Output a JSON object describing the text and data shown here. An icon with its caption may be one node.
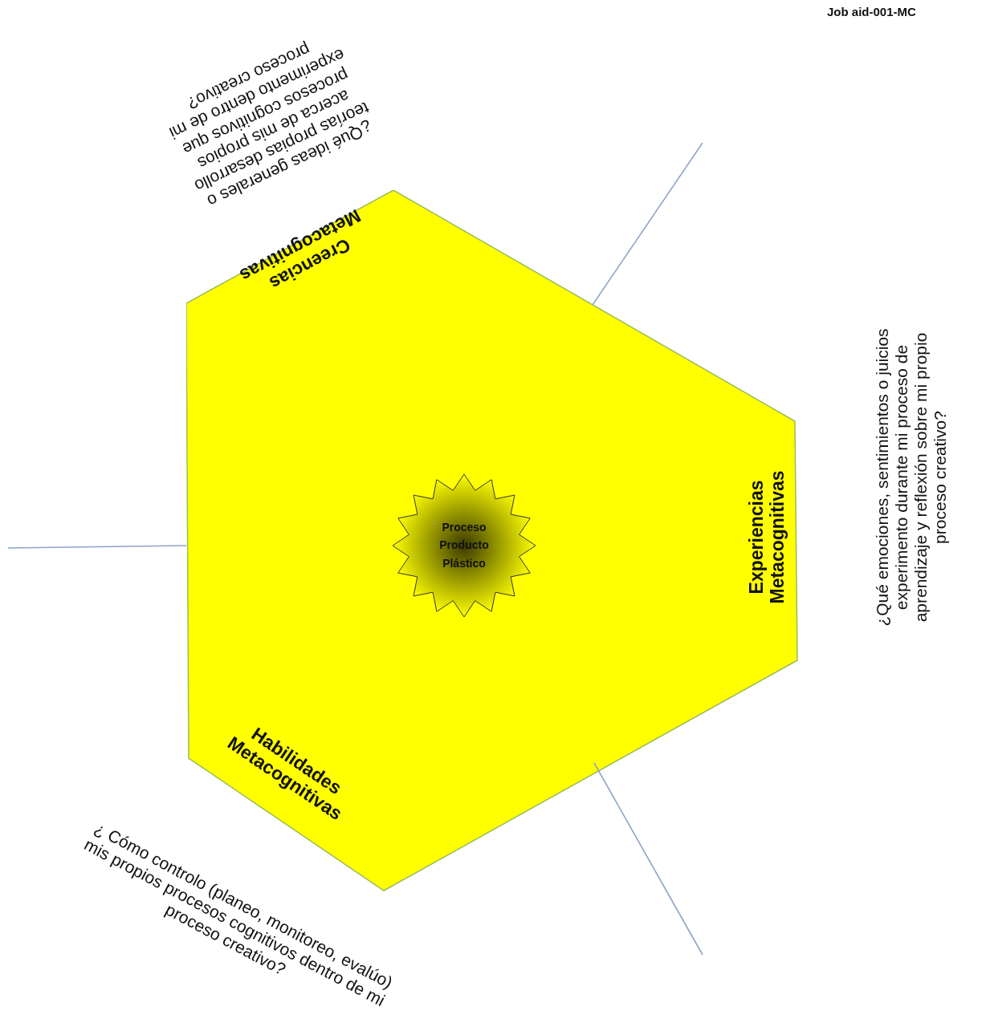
{
  "diagram": {
    "nodes": [
      {
        "text": [
          "Creencias Metacognitivas",
          "Experiencias Metacognitivas",
          "Habilidades Metacognitivas"
        ]
      },
      {
        "text": [
          "Proceso Producto Plástico"
        ],
        "in": 0
      }
    ],
    "labels": [
      "Job aid-001-MC",
      "¿Qué ideas generales o teorías propias desarrollo acerca de mis propios procesos cognitivos que experimento dentro de mi proceso creativo?",
      "¿Qué emociones, sentimientos o juicios experimento durante mi proceso de aprendizaje y reflexión sobre mi propio proceso creativo?",
      "¿ Cómo controlo (planeo, monitoreo, evalúo) mis propios procesos cognitivos dentro de mi proceso creativo?"
    ]
  }
}
